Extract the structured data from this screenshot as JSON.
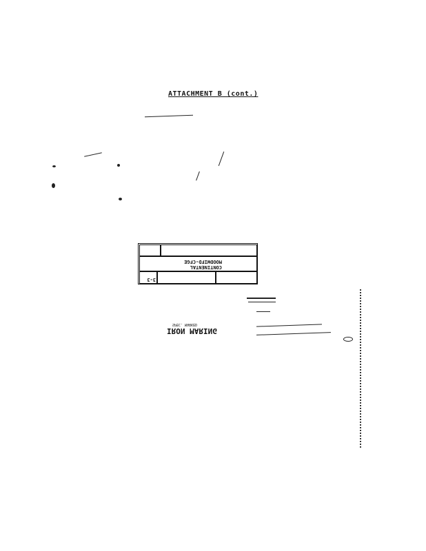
{
  "page": {
    "title": "ATTACHMENT B (cont.)"
  },
  "title_block": {
    "company": "MOODWIFD-CFGE",
    "label": "CONTINENTAL",
    "sheet": "3-3",
    "caption": "IRON MARING",
    "caption_sub": "SPEC. MARKED"
  }
}
